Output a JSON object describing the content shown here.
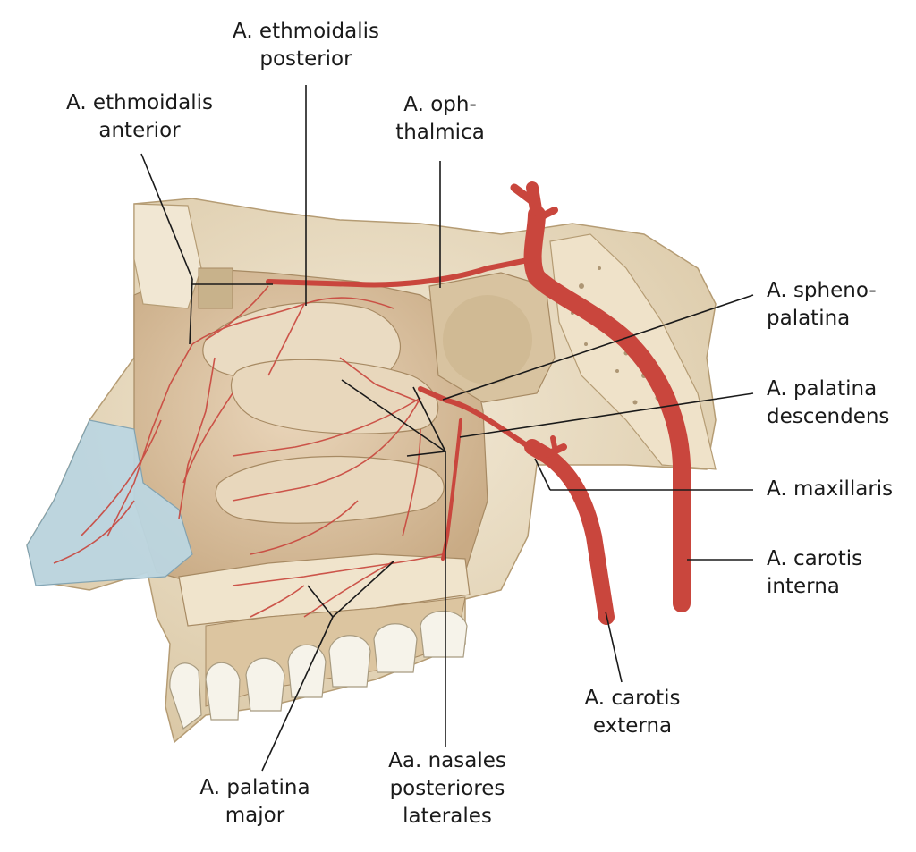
{
  "labels": {
    "ethmoidalis_anterior": [
      "A. ethmoidalis",
      "anterior"
    ],
    "ethmoidalis_posterior": [
      "A. ethmoidalis",
      "posterior"
    ],
    "ophthalmica": [
      "A. oph-",
      "thalmica"
    ],
    "sphenopalatina": [
      "A. spheno-",
      "palatina"
    ],
    "palatina_descendens": [
      "A. palatina",
      "descendens"
    ],
    "maxillaris": [
      "A. maxillaris"
    ],
    "carotis_interna": [
      "A. carotis",
      "interna"
    ],
    "carotis_externa": [
      "A. carotis",
      "externa"
    ],
    "nasales_posteriores": [
      "Aa. nasales",
      "posteriores",
      "laterales"
    ],
    "palatina_major": [
      "A. palatina",
      "major"
    ]
  },
  "colors": {
    "artery": "#c9463d",
    "bone": "#e9dcc4",
    "mucosa": "#e2c9ab",
    "cartilage": "#b9d3de",
    "leader": "#1a1a1a"
  },
  "icons": [
    "nasal-cavity-illustration"
  ]
}
